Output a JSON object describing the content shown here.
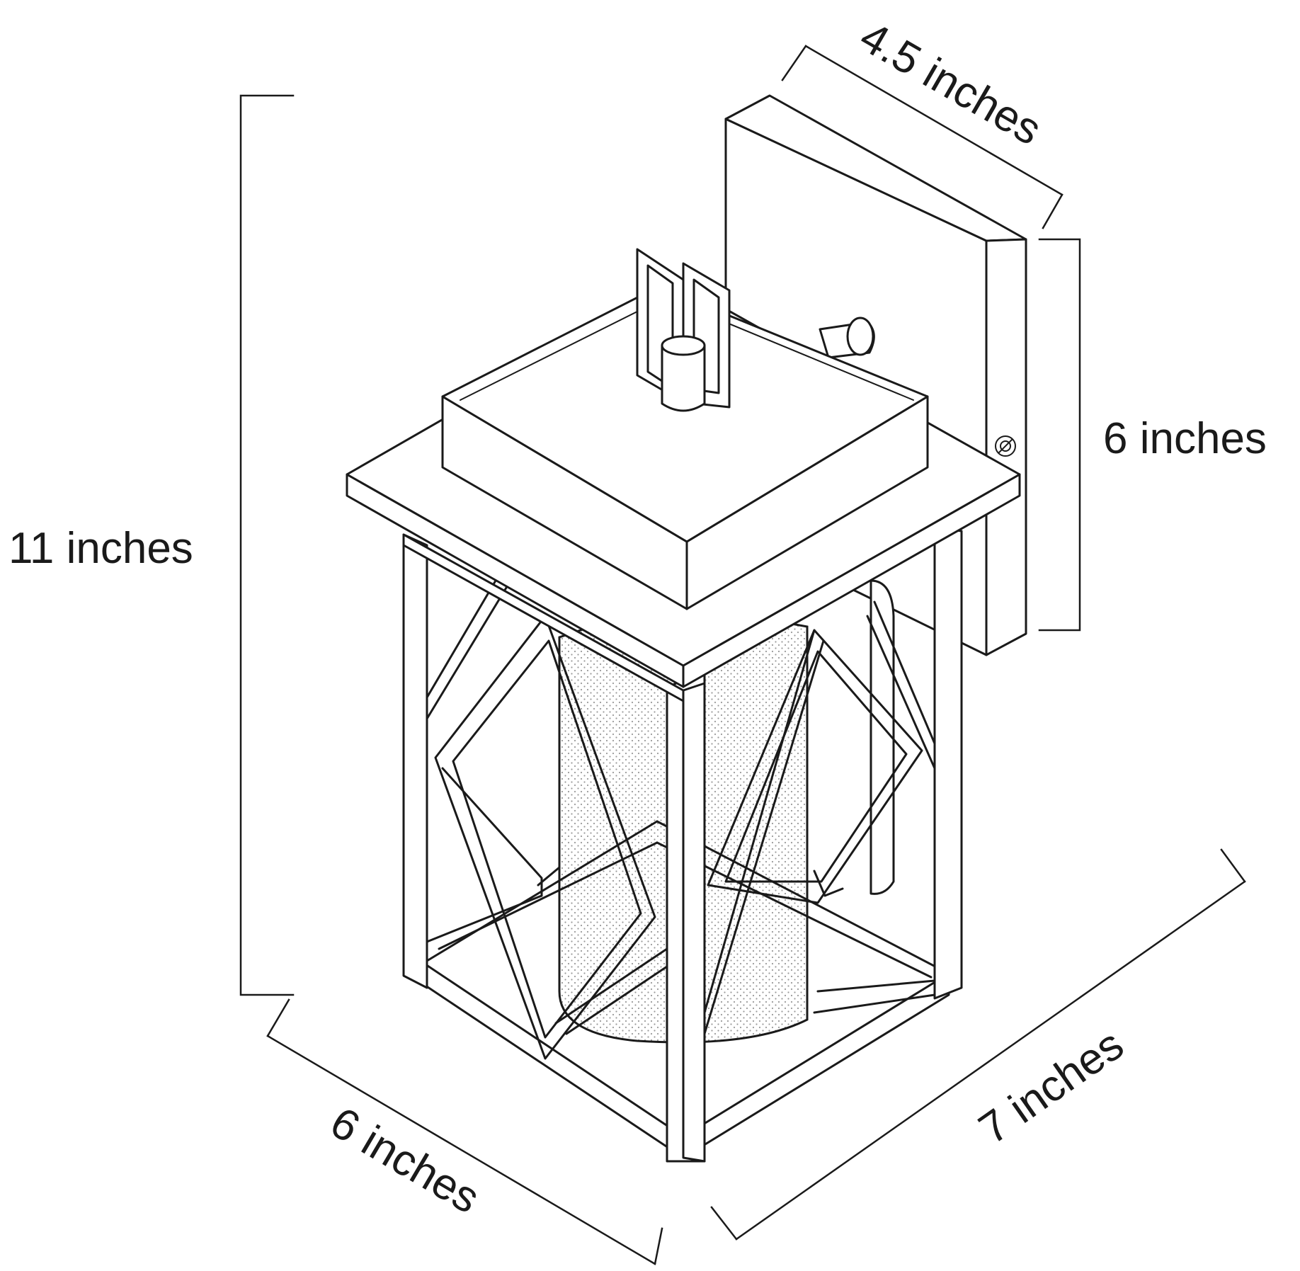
{
  "dimensions": {
    "height_overall": "11 inches",
    "backplate_depth": "4.5 inches",
    "backplate_height": "6 inches",
    "base_width": "6 inches",
    "projection": "7 inches"
  },
  "colors": {
    "line": "#1a1a1a",
    "background": "#ffffff",
    "glass_dots": "#9a9a9a"
  }
}
